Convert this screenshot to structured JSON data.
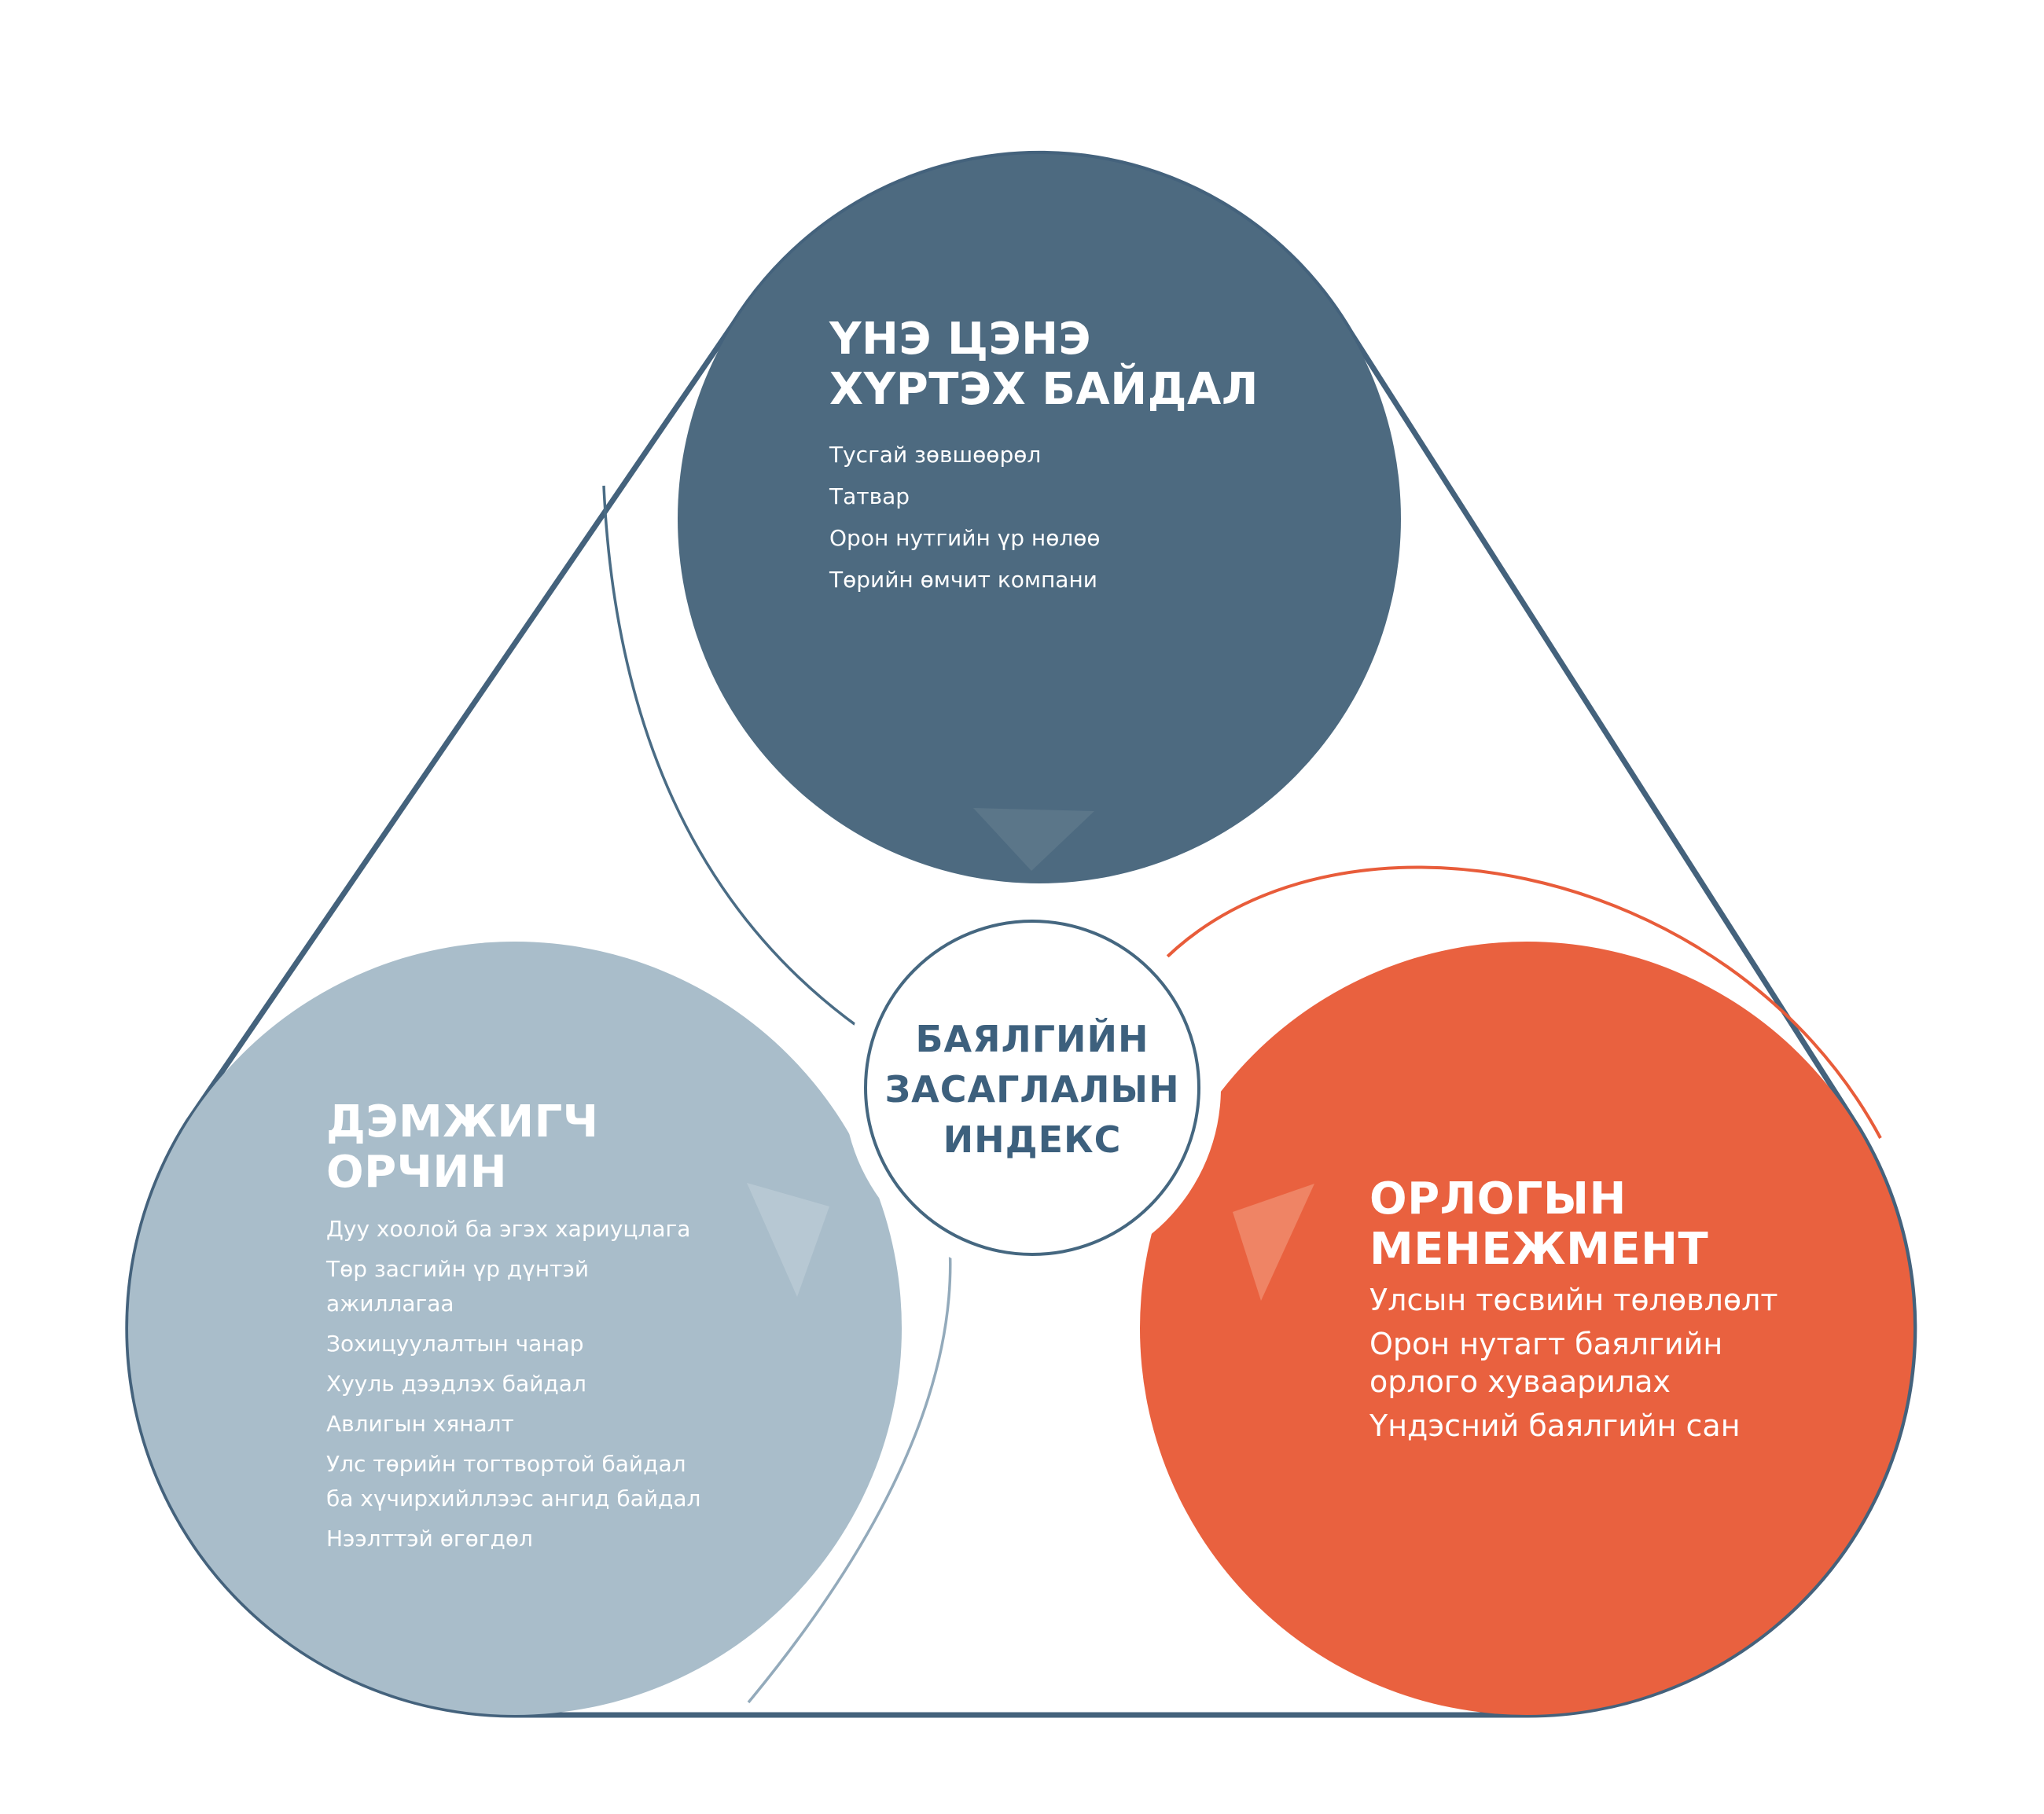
{
  "diagram": {
    "center": {
      "label": "БАЯЛГИЙН\nЗАСАГЛАЛЫН\nИНДЕКС",
      "text_color": "#3d607d",
      "border_color": "#456780",
      "fill_color": "#ffffff"
    },
    "top_circle": {
      "title": "ҮНЭ ЦЭНЭ\nХҮРТЭХ БАЙДАЛ",
      "items": [
        "Тусгай зөвшөөрөл",
        "Татвар",
        "Орон нутгийн үр нөлөө",
        "Төрийн өмчит компани"
      ],
      "fill_color": "#4d6a80",
      "arrow_color": "#5b7689"
    },
    "left_circle": {
      "title": "ДЭМЖИГЧ\nОРЧИН",
      "items": [
        "Дуу хоолой ба эгэх хариуцлага",
        "Төр засгийн үр дүнтэй\nажиллагаа",
        "Зохицуулалтын чанар",
        "Хууль дээдлэх байдал",
        "Авлигын хяналт",
        "Улс төрийн тогтвортой байдал\nба хүчирхийллээс ангид байдал",
        "Нээлттэй өгөгдөл"
      ],
      "fill_color": "#a9bdca",
      "arrow_color": "#b7c8d3"
    },
    "right_circle": {
      "title": "ОРЛОГЫН\nМЕНЕЖМЕНТ",
      "items": [
        "Улсын төсвийн төлөвлөлт",
        "Орон нутагт баялгийн\nорлого хуваарилах",
        "Үндэсний баялгийн сан"
      ],
      "fill_color": "#e9613f",
      "arrow_color": "#ef8465"
    },
    "connectors": {
      "triangle_color": "#44627c",
      "blue_arc_color": "#4a6c85",
      "gray_arc_color": "#93aabb",
      "orange_arc_color": "#e85c3a"
    }
  }
}
